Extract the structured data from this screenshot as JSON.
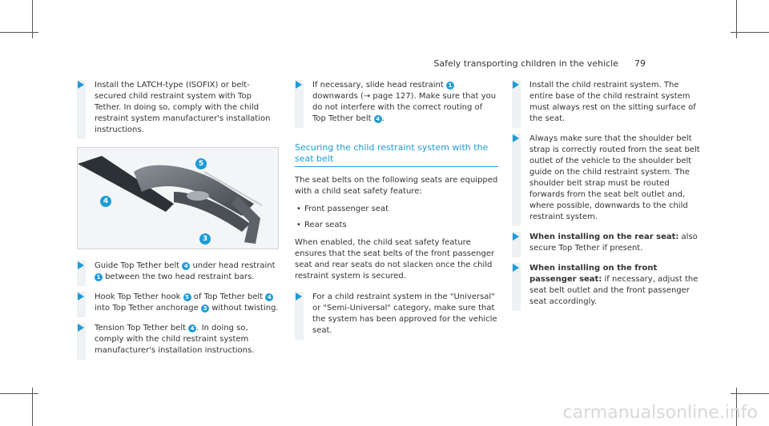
{
  "header": {
    "title": "Safely transporting children in the vehicle",
    "page": "79"
  },
  "col1": {
    "step1": "Install the LATCH-type (ISOFIX) or belt-secured child restraint system with Top Tether. In doing so, comply with the child restraint system manufacturer's installation instructions.",
    "step2": {
      "a": "Guide Top Tether belt",
      "n1": "4",
      "b": "under head restraint",
      "n2": "1",
      "c": "between the two head restraint bars."
    },
    "step3": {
      "a": "Hook Top Tether hook",
      "n1": "5",
      "b": "of Top Tether belt",
      "n2": "4",
      "c": "into Top Tether anchorage",
      "n3": "3",
      "d": "without twisting."
    },
    "step4": {
      "a": "Tension Top Tether belt",
      "n1": "4",
      "b": ". In doing so, comply with the child restraint system manufacturer's installation instructions."
    }
  },
  "figure": {
    "labels": [
      "5",
      "4",
      "3"
    ]
  },
  "col2": {
    "step1": {
      "a": "If necessary, slide head restraint",
      "n1": "1",
      "b": "downwards (→ page 127). Make sure that you do not interfere with the correct routing of Top Tether belt",
      "n2": "4",
      "c": "."
    },
    "section_title": "Securing the child restraint system with the seat belt",
    "intro": "The seat belts on the following seats are equipped with a child seat safety feature:",
    "bullets": [
      "Front passenger seat",
      "Rear seats"
    ],
    "para": "When enabled, the child seat safety feature ensures that the seat belts of the front passenger seat and rear seats do not slacken once the child restraint system is secured.",
    "step2": "For a child restraint system in the \"Universal\" or \"Semi-Universal\" category, make sure that the system has been approved for the vehicle seat."
  },
  "col3": {
    "step1": "Install the child restraint system. The entire base of the child restraint system must always rest on the sitting surface of the seat.",
    "step2": "Always make sure that the shoulder belt strap is correctly routed from the seat belt outlet of the vehicle to the shoulder belt guide on the child restraint system. The shoulder belt strap must be routed forwards from the seat belt outlet and, where possible, downwards to the child restraint system.",
    "step3_bold": "When installing on the rear seat:",
    "step3_text": " also secure Top Tether if present.",
    "step4_bold": "When installing on the front passenger seat:",
    "step4_text": " if necessary, adjust the seat belt outlet and the front passenger seat accordingly."
  },
  "watermark": "carmanualsonline.info",
  "colors": {
    "accent": "#1e9bd7"
  }
}
